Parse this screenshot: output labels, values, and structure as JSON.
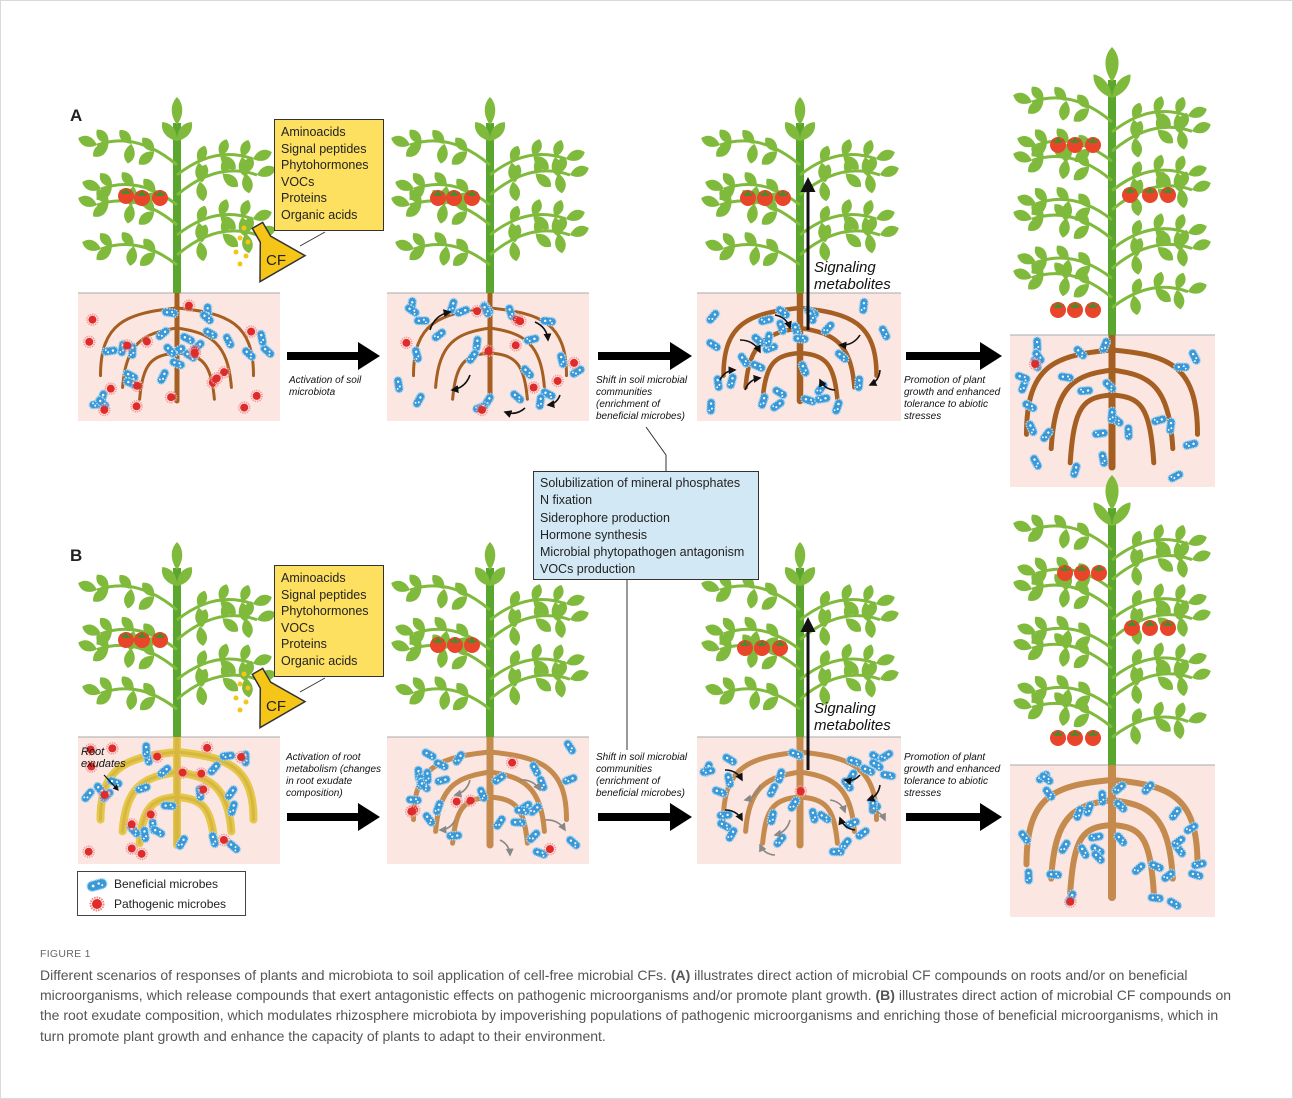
{
  "panel_a": {
    "letter": "A",
    "cf_label": "CF",
    "box_items": [
      "Aminoacids",
      "Signal peptides",
      "Phytohormones",
      "VOCs",
      "Proteins",
      "Organic acids"
    ],
    "step1": "Activation of soil microbiota",
    "step2": "Shift in soil microbial communities (enrichment of beneficial microbes)",
    "step3": "Promotion of plant growth and enhanced tolerance to abiotic stresses",
    "signaling": "Signaling metabolites"
  },
  "panel_b": {
    "letter": "B",
    "cf_label": "CF",
    "box_items": [
      "Aminoacids",
      "Signal peptides",
      "Phytohormones",
      "VOCs",
      "Proteins",
      "Organic acids"
    ],
    "root_exudates": "Root exudates",
    "step1": "Activation of root metabolism (changes in root exudate composition)",
    "step2": "Shift in soil microbial communities (enrichment of beneficial microbes)",
    "step3": "Promotion of plant growth and enhanced tolerance to abiotic stresses",
    "signaling": "Signaling metabolites"
  },
  "mechanisms": [
    "Solubilization of mineral phosphates",
    "N fixation",
    "Siderophore production",
    "Hormone synthesis",
    "Microbial phytopathogen antagonism",
    "VOCs production"
  ],
  "legend": {
    "beneficial": "Beneficial microbes",
    "pathogenic": "Pathogenic microbes"
  },
  "figure": {
    "label": "FIGURE 1",
    "caption_intro": "Different scenarios of responses of plants and microbiota to soil application of cell-free microbial CFs. ",
    "caption_a_tag": "(A)",
    "caption_a": " illustrates direct action of microbial CF compounds on roots and/or on beneficial microorganisms, which release compounds that exert antagonistic effects on pathogenic microorganisms and/or promote plant growth. ",
    "caption_b_tag": "(B)",
    "caption_b": " illustrates direct action of microbial CF compounds on the root exudate composition, which modulates rhizosphere microbiota by impoverishing populations of pathogenic microorganisms and enriching those of beneficial microorganisms, which in turn promote plant growth and enhance the capacity of plants to adapt to their environment."
  },
  "colors": {
    "soil": "#fbe6e1",
    "stem": "#5aa62f",
    "leaf": "#7fba3c",
    "root": "#a55f22",
    "root_light": "#c48a4e",
    "exudate": "#e3c84a",
    "tomato": "#e8452b",
    "microbe_beneficial": "#3a98d6",
    "microbe_pathogenic": "#e02b2b",
    "box_yellow": "#fde05f",
    "box_blue": "#d3e8f5",
    "flask": "#f5c518"
  }
}
